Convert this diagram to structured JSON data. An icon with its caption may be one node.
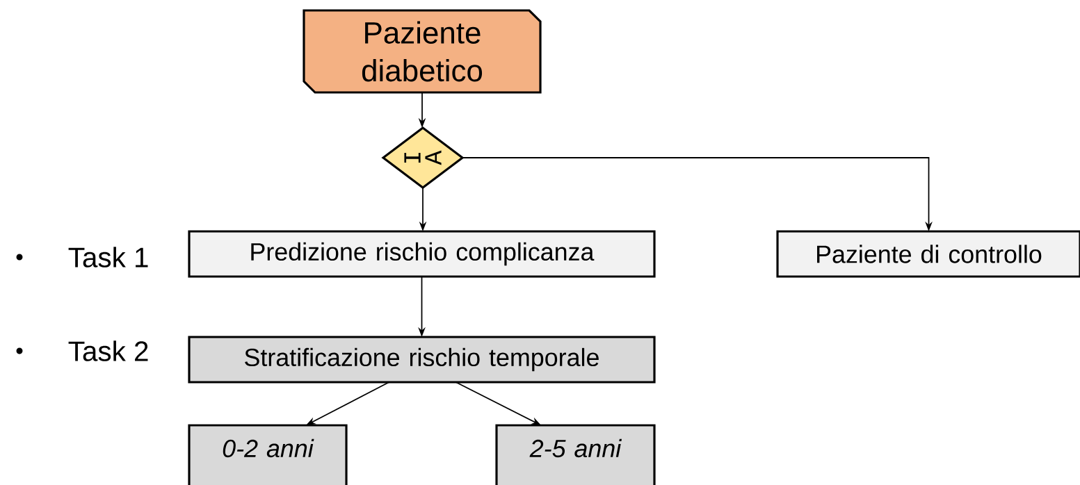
{
  "diagram": {
    "nodes": [
      {
        "text": [
          "Paziente diabetico"
        ]
      },
      {
        "text": [
          "I",
          "A"
        ]
      },
      {
        "text": [
          "Predizione rischio complicanza"
        ]
      },
      {
        "text": [
          "Paziente di controllo"
        ]
      },
      {
        "text": [
          "Stratificazione rischio temporale"
        ]
      },
      {
        "text": [
          "0-2 anni"
        ]
      },
      {
        "text": [
          "2-5 anni"
        ]
      }
    ],
    "edges": [
      {
        "from": 0,
        "to": 1,
        "arrow": "to"
      },
      {
        "from": 1,
        "to": 2,
        "arrow": "to"
      },
      {
        "from": 1,
        "to": 3,
        "arrow": "to"
      },
      {
        "from": 2,
        "to": 4,
        "arrow": "to"
      },
      {
        "from": 4,
        "to": 5,
        "arrow": "to"
      },
      {
        "from": 4,
        "to": 6,
        "arrow": "to"
      }
    ],
    "labels": [
      "Task 1",
      "Task 2"
    ]
  }
}
